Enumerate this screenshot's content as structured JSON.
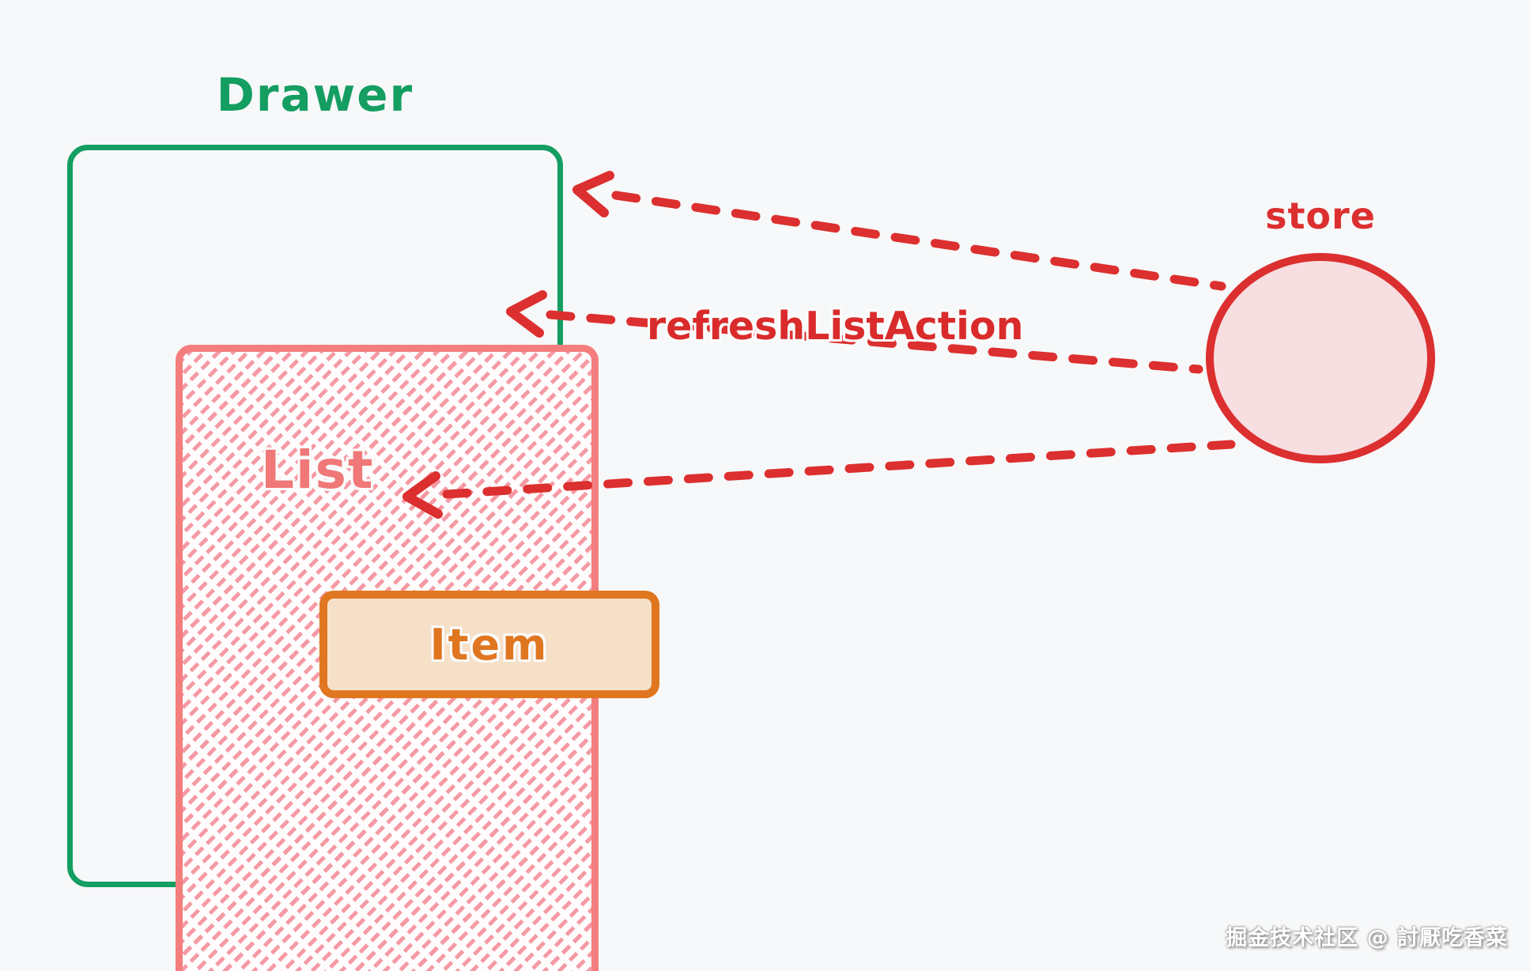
{
  "diagram": {
    "drawer": {
      "label": "Drawer"
    },
    "list": {
      "label": "List"
    },
    "item": {
      "label": "Item"
    },
    "store": {
      "label": "store"
    },
    "action_label": "refreshListAction",
    "arrows": [
      {
        "from": "store",
        "to": "Drawer",
        "style": "dashed",
        "label": ""
      },
      {
        "from": "store",
        "to": "Item",
        "style": "dashed",
        "label": "refreshListAction"
      },
      {
        "from": "store",
        "to": "List",
        "style": "dashed",
        "label": ""
      }
    ]
  },
  "colors": {
    "background": "#f7f8f9",
    "drawer_green": "#149e62",
    "list_pink_border": "#f47e7e",
    "list_hatch_pink": "#f59aa4",
    "list_text_pink": "#f07878",
    "item_orange": "#e07620",
    "item_fill": "#f6e0c8",
    "arrow_red": "#dc2f2f",
    "store_fill": "#f7dee1"
  },
  "watermark": {
    "text": "掘金技术社区 @ 討厭吃香菜"
  }
}
